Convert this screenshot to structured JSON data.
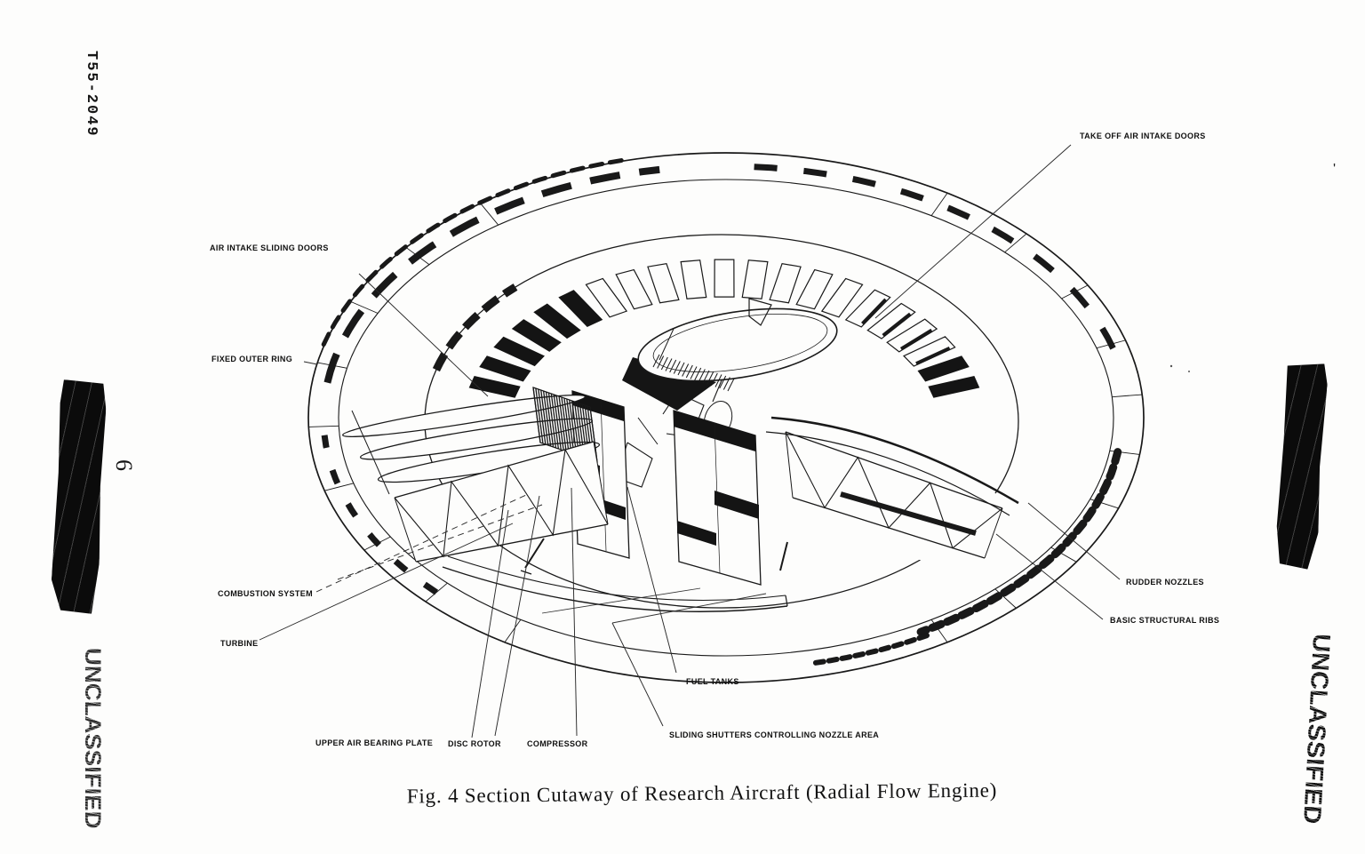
{
  "page": {
    "doc_number": "T55-2049",
    "page_number": "6",
    "stamp_left": "UNCLASSIFIED",
    "stamp_right": "UNCLASSIFIED",
    "stray_mark": "'",
    "caption": "Fig. 4  Section Cutaway of Research Aircraft (Radial Flow Engine)"
  },
  "diagram": {
    "subject": "Section cutaway drawing of disc-shaped research aircraft with radial flow engine",
    "ink_color": "#191919",
    "paper_color": "#fdfdfc",
    "labels": [
      {
        "id": "take-off-air-intake-doors",
        "text": "TAKE OFF AIR INTAKE DOORS"
      },
      {
        "id": "air-intake-sliding-doors",
        "text": "AIR INTAKE SLIDING DOORS"
      },
      {
        "id": "fixed-outer-ring",
        "text": "FIXED OUTER RING"
      },
      {
        "id": "combustion-system",
        "text": "COMBUSTION SYSTEM"
      },
      {
        "id": "turbine",
        "text": "TURBINE"
      },
      {
        "id": "upper-air-bearing-plate",
        "text": "UPPER AIR BEARING PLATE"
      },
      {
        "id": "disc-rotor",
        "text": "DISC ROTOR"
      },
      {
        "id": "compressor",
        "text": "COMPRESSOR"
      },
      {
        "id": "fuel-tanks",
        "text": "FUEL TANKS"
      },
      {
        "id": "sliding-shutters",
        "text": "SLIDING SHUTTERS CONTROLLING NOZZLE AREA"
      },
      {
        "id": "rudder-nozzles",
        "text": "RUDDER NOZZLES"
      },
      {
        "id": "basic-structural-ribs",
        "text": "BASIC STRUCTURAL RIBS"
      }
    ]
  }
}
